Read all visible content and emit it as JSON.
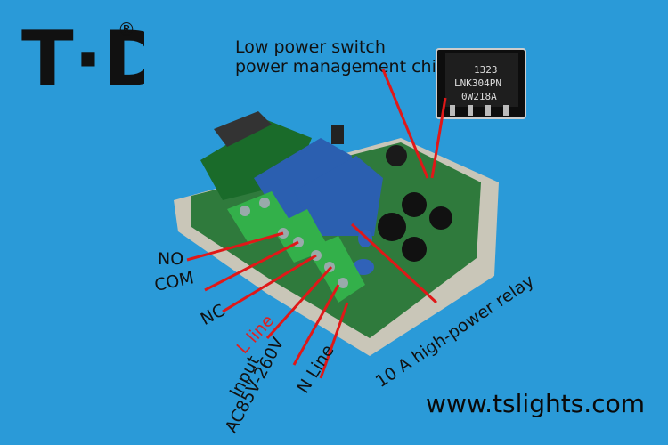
{
  "logo": {
    "text": "T·D",
    "registered_mark": "®"
  },
  "chip_callout": {
    "line1": "Low power switch",
    "line2": "power management chip",
    "chip_markings": [
      "1323",
      "LNK304PN",
      "0W218A"
    ]
  },
  "labels": {
    "no": "NO",
    "com": "COM",
    "nc": "NC",
    "l_line": "L line",
    "input_line1": "Input",
    "input_line2": "AC85V-260V",
    "n_line": "N Line",
    "relay": "10 A high-power relay"
  },
  "footer": {
    "url": "www.tslights.com"
  },
  "colors": {
    "background": "#2a9ad8",
    "board_green": "#2f7a3c",
    "relay_blue": "#2b5fb0",
    "terminal_green": "#33b04a",
    "arrow_red": "#e01818"
  }
}
